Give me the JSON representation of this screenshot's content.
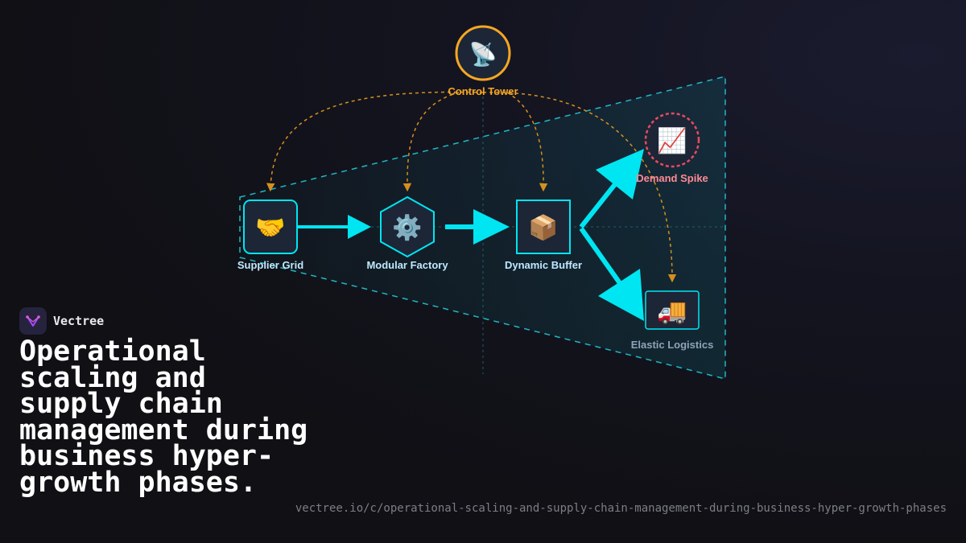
{
  "brand": {
    "name": "Vectree",
    "logo_icon": "vectree-logo-icon"
  },
  "headline": "Operational scaling and supply chain management during business hyper-growth phases.",
  "url": "vectree.io/c/operational-scaling-and-supply-chain-management-during-business-hyper-growth-phases",
  "colors": {
    "accent_cyan": "#00e5f2",
    "control_orange": "#f5a623",
    "dashed_orange": "#d4901e",
    "spike_red": "#e84a5f",
    "node_fill": "#1c2636"
  },
  "diagram": {
    "control_tower": {
      "label": "Control Tower",
      "icon": "satellite-dish-icon",
      "glyph": "📡"
    },
    "supplier_grid": {
      "label": "Supplier Grid",
      "icon": "handshake-icon",
      "glyph": "🤝"
    },
    "modular_factory": {
      "label": "Modular Factory",
      "icon": "gear-icon",
      "glyph": "⚙️"
    },
    "dynamic_buffer": {
      "label": "Dynamic Buffer",
      "icon": "package-icon",
      "glyph": "📦"
    },
    "demand_spike": {
      "label": "Demand Spike",
      "icon": "chart-increasing-icon",
      "glyph": "📈"
    },
    "elastic_logistics": {
      "label": "Elastic Logistics",
      "icon": "delivery-truck-icon",
      "glyph": "🚚"
    }
  }
}
